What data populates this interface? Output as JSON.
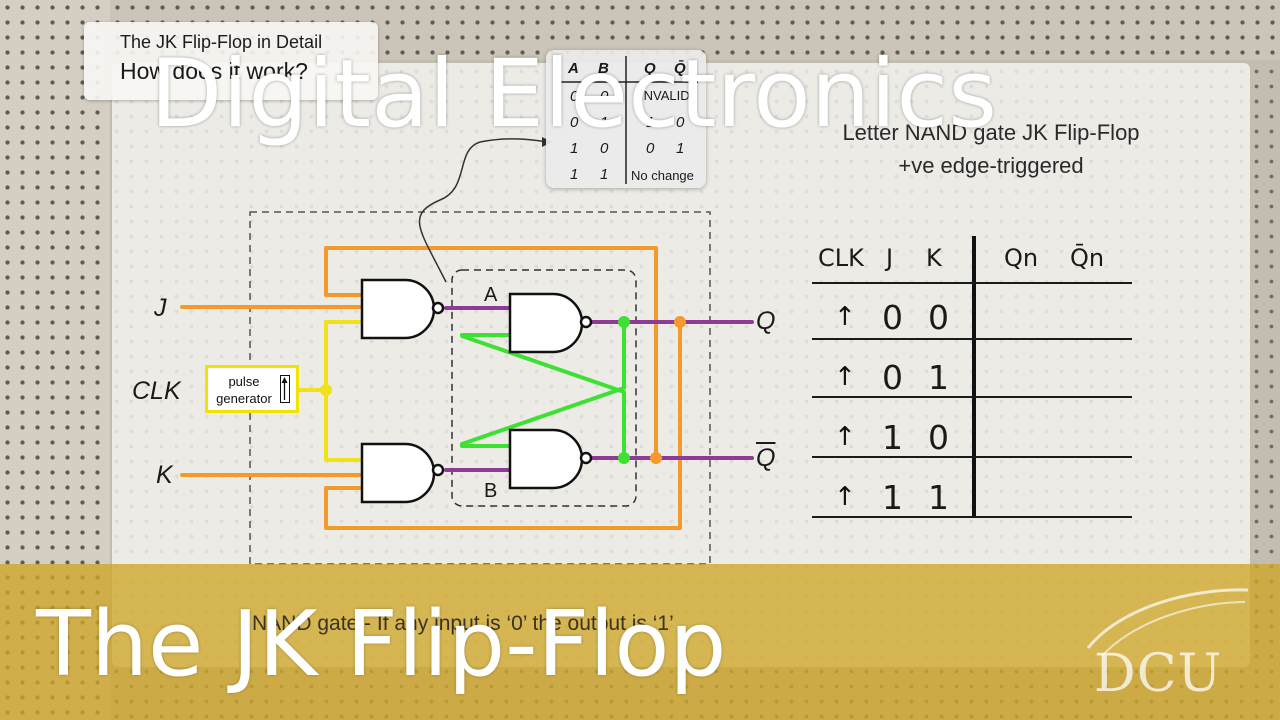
{
  "title_card": {
    "line1": "The JK Flip-Flop in Detail",
    "line2": "How does it work?"
  },
  "overlay": {
    "top_title": "Digital Electronics",
    "bottom_title": "The JK Flip-Flop",
    "logo_text": "DCU"
  },
  "subtitle": {
    "line1": "Letter NAND gate JK Flip-Flop",
    "line2": "+ve edge-triggered"
  },
  "popup_table": {
    "headers": [
      "A",
      "B",
      "Q",
      "Q̄"
    ],
    "rows": [
      [
        "0",
        "0",
        "INVALID",
        ""
      ],
      [
        "0",
        "1",
        "1",
        "0"
      ],
      [
        "1",
        "0",
        "0",
        "1"
      ],
      [
        "1",
        "1",
        "No change",
        ""
      ]
    ]
  },
  "circuit": {
    "input_j": "J",
    "input_clk": "CLK",
    "input_k": "K",
    "pulse_label_1": "pulse",
    "pulse_label_2": "generator",
    "node_a": "A",
    "node_b": "B",
    "output_q": "Q",
    "output_qbar": "Q"
  },
  "truth_table": {
    "headers": [
      "CLK",
      "J",
      "K",
      "Qn",
      "Q̄n"
    ],
    "rows": [
      {
        "clk": "↑",
        "j": "0",
        "k": "0"
      },
      {
        "clk": "↑",
        "j": "0",
        "k": "1"
      },
      {
        "clk": "↑",
        "j": "1",
        "k": "0"
      },
      {
        "clk": "↑",
        "j": "1",
        "k": "1"
      }
    ]
  },
  "note": "NAND gate - If any input is ‘0’ the output is ‘1’",
  "colors": {
    "orange_wire": "#f39a2c",
    "purple_wire": "#8e3a97",
    "green_wire": "#3fe034",
    "yellow_wire": "#efe21a",
    "band": "#cea628"
  }
}
